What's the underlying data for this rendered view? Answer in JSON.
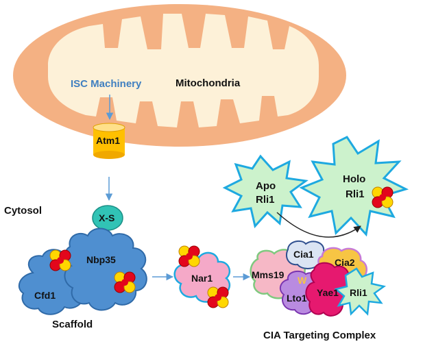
{
  "mitochondria": {
    "title": "Mitochondria",
    "isc_label": "ISC Machinery",
    "outer_color": "#f4b183",
    "inner_color": "#fdf1d8"
  },
  "transporter": {
    "label": "Atm1",
    "color": "#ffc000"
  },
  "cytosol_label": "Cytosol",
  "xs_label": "X-S",
  "scaffold": {
    "caption": "Scaffold",
    "nbp35": "Nbp35",
    "cfd1": "Cfd1",
    "color": "#4f8fd0"
  },
  "nar1": {
    "label": "Nar1",
    "color": "#f5a9c8"
  },
  "complex": {
    "caption": "CIA Targeting Complex",
    "mms19": "Mms19",
    "cia1": "Cia1",
    "cia2": "Cia2",
    "w": "W",
    "lto1": "Lto1",
    "yae1": "Yae1",
    "rli1": "Rli1"
  },
  "apo": {
    "line1": "Apo",
    "line2": "Rli1"
  },
  "holo": {
    "line1": "Holo",
    "line2": "Rli1"
  },
  "colors": {
    "arrow": "#5b9bd5",
    "star_fill": "#ccf2cc",
    "star_stroke": "#1ea9e0",
    "cluster_red": "#e3061c",
    "cluster_yellow": "#ffd700"
  }
}
